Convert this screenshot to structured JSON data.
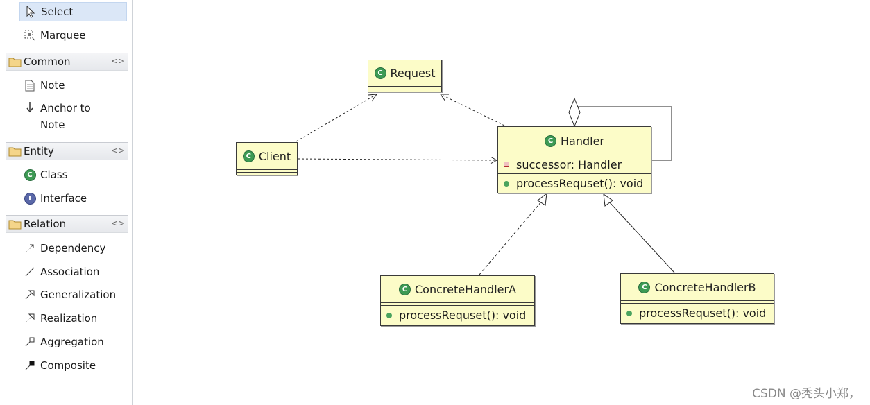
{
  "palette": {
    "tools": [
      {
        "label": "Select",
        "icon": "cursor-icon"
      },
      {
        "label": "Marquee",
        "icon": "marquee-icon"
      }
    ],
    "groups": [
      {
        "title": "Common",
        "items": [
          {
            "label": "Note",
            "icon": "note-icon"
          },
          {
            "label": "Anchor to Note",
            "icon": "anchor-arrow-icon"
          }
        ]
      },
      {
        "title": "Entity",
        "items": [
          {
            "label": "Class",
            "icon": "class-icon"
          },
          {
            "label": "Interface",
            "icon": "interface-icon"
          }
        ]
      },
      {
        "title": "Relation",
        "items": [
          {
            "label": "Dependency",
            "icon": "dependency-icon"
          },
          {
            "label": "Association",
            "icon": "association-icon"
          },
          {
            "label": "Generalization",
            "icon": "generalization-icon"
          },
          {
            "label": "Realization",
            "icon": "realization-icon"
          },
          {
            "label": "Aggregation",
            "icon": "aggregation-icon"
          },
          {
            "label": "Composite",
            "icon": "composite-icon"
          }
        ]
      }
    ]
  },
  "diagram": {
    "classes": {
      "request": {
        "name": "Request"
      },
      "client": {
        "name": "Client"
      },
      "handler": {
        "name": "Handler",
        "attribute": "successor: Handler",
        "method": "processRequset(): void"
      },
      "concreteA": {
        "name": "ConcreteHandlerA",
        "method": "processRequset(): void"
      },
      "concreteB": {
        "name": "ConcreteHandlerB",
        "method": "processRequset(): void"
      }
    }
  },
  "watermark": "CSDN @秃头小郑，",
  "colors": {
    "class_fill": "#fcfcc8",
    "class_icon": "#3d9a54",
    "selection": "#dbe7f7"
  }
}
